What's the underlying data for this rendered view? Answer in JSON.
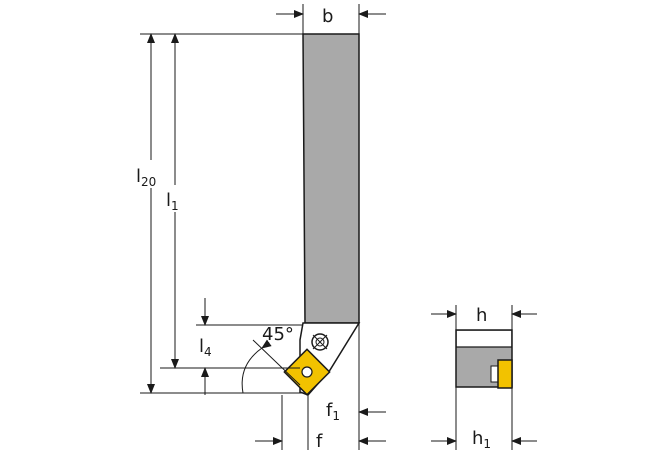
{
  "diagram": {
    "labels": {
      "b": "b",
      "l20_main": "l",
      "l20_sub": "20",
      "l1_main": "l",
      "l1_sub": "1",
      "l4_main": "l",
      "l4_sub": "4",
      "angle": "45°",
      "f1_main": "f",
      "f1_sub": "1",
      "f": "f",
      "h": "h",
      "h1_main": "h",
      "h1_sub": "1"
    },
    "colors": {
      "body_fill": "#a9a9a9",
      "insert_fill": "#f2c200",
      "line": "#1a1a1a"
    }
  }
}
